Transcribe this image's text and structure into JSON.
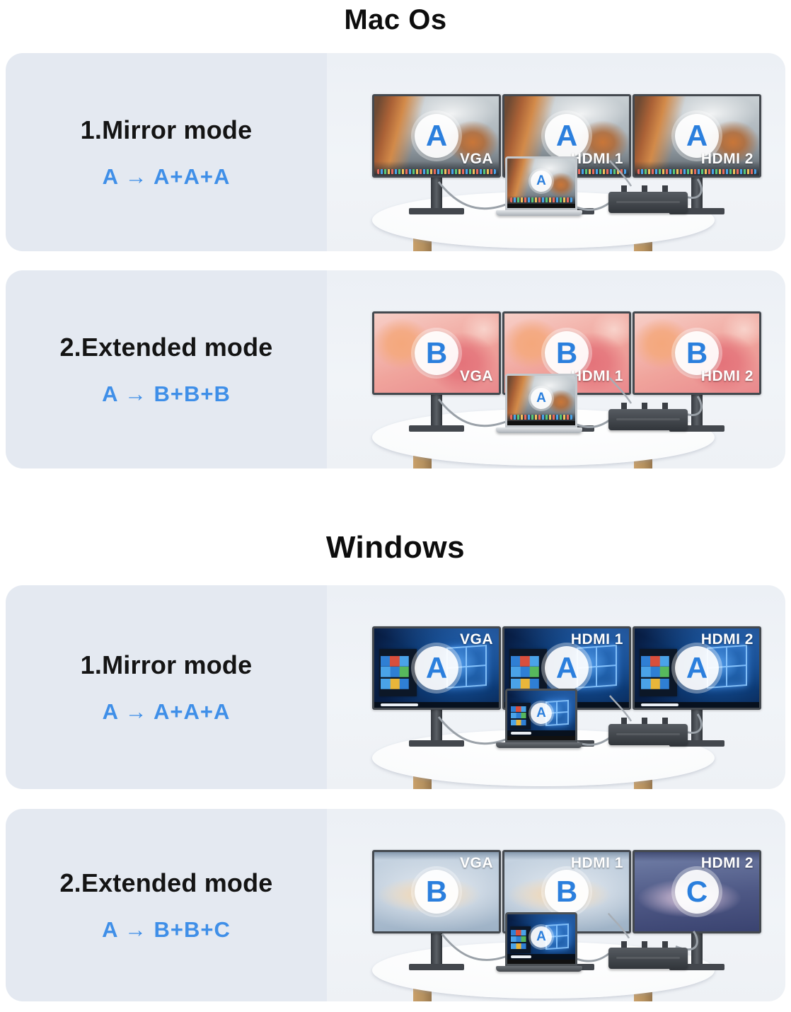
{
  "sections": {
    "mac_title": "Mac Os",
    "windows_title": "Windows"
  },
  "colors": {
    "accent_blue": "#2b7fdd",
    "formula_blue": "#3f8fe8",
    "panel_left_bg": "#e4e9f1",
    "panel_right_bg": "#eef1f5",
    "title_color": "#0d0d0d",
    "table_wood": "#b5915f"
  },
  "panels": [
    {
      "os": "macos",
      "title": "1.Mirror mode",
      "formula": "A → A+A+A",
      "laptop_badge": "A",
      "monitors": [
        {
          "port": "VGA",
          "badge": "A"
        },
        {
          "port": "HDMI 1",
          "badge": "A"
        },
        {
          "port": "HDMI 2",
          "badge": "A"
        }
      ]
    },
    {
      "os": "macos",
      "title": "2.Extended mode",
      "formula": "A → B+B+B",
      "laptop_badge": "A",
      "monitors": [
        {
          "port": "VGA",
          "badge": "B"
        },
        {
          "port": "HDMI 1",
          "badge": "B"
        },
        {
          "port": "HDMI 2",
          "badge": "B"
        }
      ]
    },
    {
      "os": "windows",
      "title": "1.Mirror mode",
      "formula": "A → A+A+A",
      "laptop_badge": "A",
      "monitors": [
        {
          "port": "VGA",
          "badge": "A"
        },
        {
          "port": "HDMI 1",
          "badge": "A"
        },
        {
          "port": "HDMI 2",
          "badge": "A"
        }
      ]
    },
    {
      "os": "windows",
      "title": "2.Extended mode",
      "formula": "A → B+B+C",
      "laptop_badge": "A",
      "monitors": [
        {
          "port": "VGA",
          "badge": "B"
        },
        {
          "port": "HDMI 1",
          "badge": "B"
        },
        {
          "port": "HDMI 2",
          "badge": "C"
        }
      ]
    }
  ]
}
